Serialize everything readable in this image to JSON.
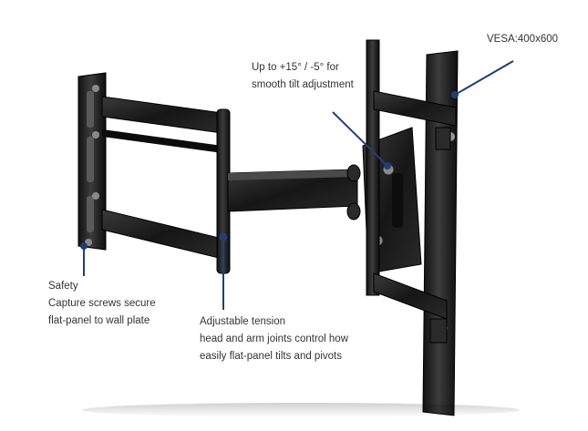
{
  "callouts": {
    "tilt": {
      "line1": "Up to +15° / -5° for",
      "line2": "smooth tilt adjustment"
    },
    "vesa": {
      "line1": "VESA:400x600"
    },
    "safety": {
      "line1": "Safety",
      "line2": "Capture screws secure",
      "line3": "flat-panel to wall plate"
    },
    "tension": {
      "line1": "Adjustable tension",
      "line2": "head and arm joints control how",
      "line3": "easily flat-panel tilts and pivots"
    }
  },
  "colors": {
    "leader_line": "#1e3f78",
    "text": "#333333",
    "mount_metal": "#1b1b1b"
  }
}
